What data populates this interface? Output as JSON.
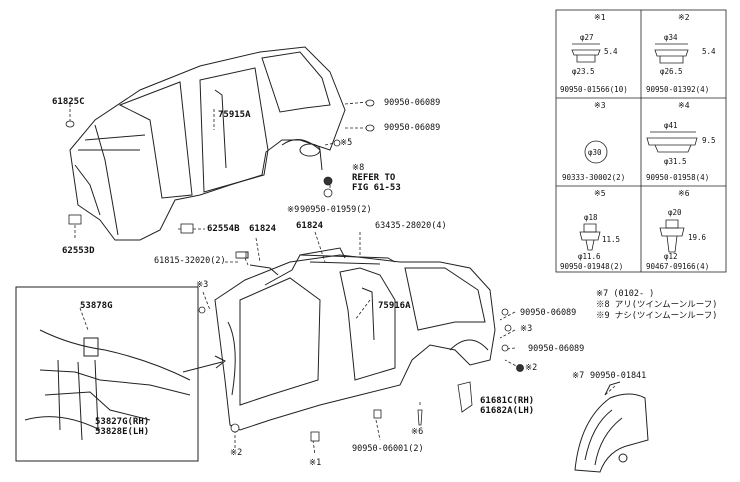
{
  "main_labels": {
    "p61825C": "61825C",
    "p75915A": "75915A",
    "p62553D": "62553D",
    "p62554B": "62554B",
    "p61824a": "61824",
    "p61824b": "61824",
    "p61815": "61815-32020(2)",
    "p63435": "63435-28020(4)",
    "p75916A": "75916A",
    "p53878G": "53878G",
    "p53827G": "53827G(RH)",
    "p53828E": "53828E(LH)",
    "p61681C": "61681C(RH)",
    "p61682A": "61682A(LH)",
    "p90950_06001": "90950-06001(2)",
    "p90950_06089_a": "90950-06089",
    "p90950_06089_b": "90950-06089",
    "p90950_06089_c": "90950-06089",
    "p90950_06089_d": "90950-06089",
    "p90950_01841": "90950-01841",
    "p90950_01959": "90950-01959(2)",
    "refer_line1": "REFER TO",
    "refer_line2": "FIG 61-53"
  },
  "markers": {
    "m5_upper": "※5",
    "m8": "※8",
    "m9": "※9",
    "m3_left": "※3",
    "m3_right": "※3",
    "m2_right": "※2",
    "m2_bottom": "※2",
    "m6": "※6",
    "m1": "※1",
    "m7": "※7"
  },
  "notes": {
    "n7": "※7 (0102-    )",
    "n8": "※8 アリ(ツインムーンルーフ)",
    "n9": "※9 ナシ(ツインムーンルーフ)"
  },
  "grid": {
    "c1": {
      "mark": "※1",
      "d1": "φ27",
      "d2": "φ23.5",
      "h": "5.4",
      "pn": "90950-01566(10)"
    },
    "c2": {
      "mark": "※2",
      "d1": "φ34",
      "d2": "φ26.5",
      "h": "5.4",
      "pn": "90950-01392(4)"
    },
    "c3": {
      "mark": "※3",
      "d1": "φ30",
      "pn": "90333-30002(2)"
    },
    "c4": {
      "mark": "※4",
      "d1": "φ41",
      "d2": "φ31.5",
      "h": "9.5",
      "pn": "90950-01958(4)"
    },
    "c5": {
      "mark": "※5",
      "d1": "φ18",
      "d2": "φ11.6",
      "h": "11.5",
      "pn": "90950-01948(2)"
    },
    "c6": {
      "mark": "※6",
      "d1": "φ20",
      "d2": "φ12",
      "h": "19.6",
      "pn": "90467-09166(4)"
    }
  }
}
